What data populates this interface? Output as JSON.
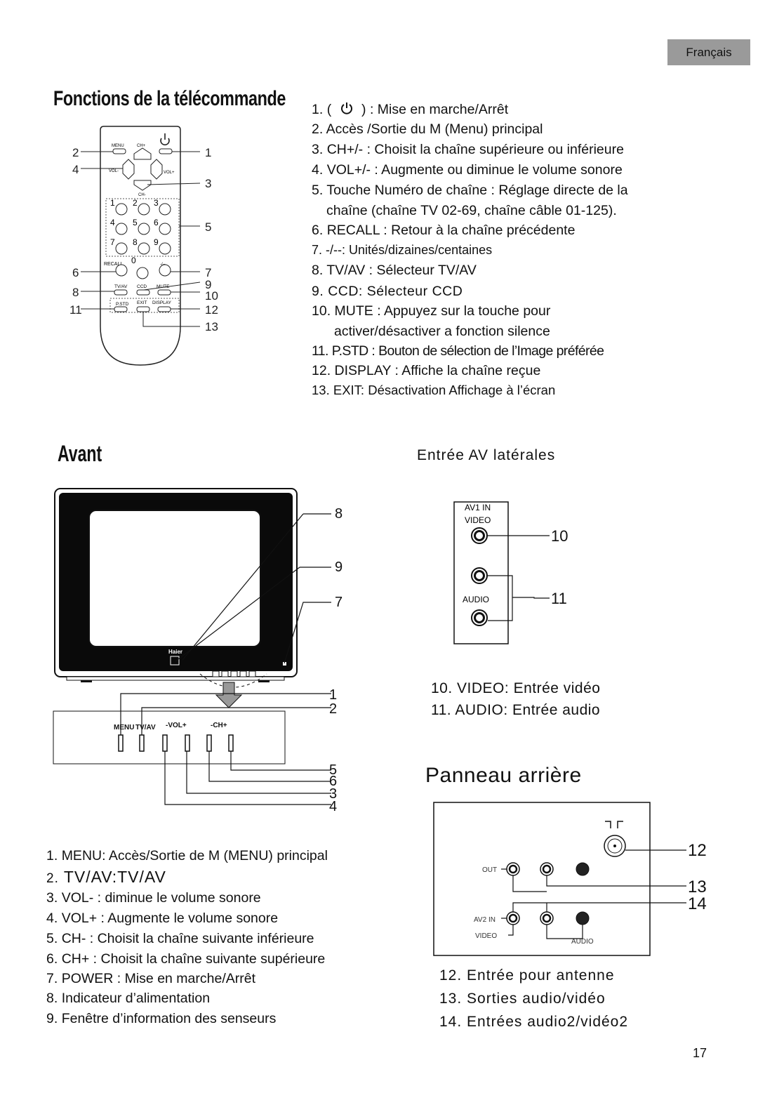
{
  "lang_badge": "Français",
  "remote": {
    "title": "Fonctions de la télécommande",
    "items": [
      {
        "num": "1.",
        "pre": "(",
        "post": ") : Mise en marche/Arrêt"
      },
      {
        "num": "2.",
        "text": "Accès /Sortie du M (Menu) principal"
      },
      {
        "num": "3.",
        "text": "CH+/- : Choisit la chaîne supérieure ou inférieure"
      },
      {
        "num": "4.",
        "text": "VOL+/- : Augmente ou diminue le volume sonore"
      },
      {
        "num": "5.",
        "text": "Touche Numéro de chaîne : Réglage directe de la"
      },
      {
        "num": "",
        "text": "chaîne (chaîne TV 02-69, chaîne câble 01-125)."
      },
      {
        "num": "6.",
        "text": "RECALL : Retour à la chaîne précédente"
      },
      {
        "num": "7.",
        "text": "-/--: Unités/dizaines/centaines"
      },
      {
        "num": "8.",
        "text": "TV/AV : Sélecteur TV/AV"
      },
      {
        "num": "9.",
        "text": "CCD: Sélecteur CCD"
      },
      {
        "num": "10.",
        "text": "MUTE : Appuyez sur la touche pour"
      },
      {
        "num": "",
        "text": "activer/désactiver a fonction silence"
      },
      {
        "num": "11.",
        "text": "P.STD : Bouton de sélection de l’Image préférée"
      },
      {
        "num": "12.",
        "text": "DISPLAY : Affiche la chaîne reçue"
      },
      {
        "num": "13.",
        "text": "EXIT: Désactivation Affichage à l’écran"
      }
    ],
    "diagram": {
      "buttons": [
        "MENU",
        "CH+",
        "VOL-",
        "VOL+",
        "CH-",
        "RECALL",
        "-/--",
        "TV/AV",
        "CCD",
        "MUTE",
        "P.STD",
        "EXIT",
        "DISPLAY"
      ],
      "digits": [
        "1",
        "2",
        "3",
        "4",
        "5",
        "6",
        "7",
        "8",
        "9",
        "0"
      ],
      "callouts": [
        "1",
        "2",
        "3",
        "4",
        "5",
        "6",
        "7",
        "8",
        "9",
        "10",
        "11",
        "12",
        "13"
      ]
    }
  },
  "front": {
    "title": "Avant",
    "brand": "Haier",
    "panel_labels": [
      "MENU",
      "TV/AV",
      "-VOL+",
      "-CH+"
    ],
    "callouts": [
      "8",
      "9",
      "7",
      "1",
      "2",
      "5",
      "6",
      "3",
      "4"
    ],
    "items": [
      {
        "num": "1.",
        "text": "MENU: Accès/Sortie de M (MENU) principal"
      },
      {
        "num": "2.",
        "text": "TV/AV:TV/AV"
      },
      {
        "num": "3.",
        "text": "VOL- : diminue le volume sonore"
      },
      {
        "num": "4.",
        "text": "VOL+ : Augmente le volume sonore"
      },
      {
        "num": "5.",
        "text": "CH- : Choisit la chaîne suivante inférieure"
      },
      {
        "num": "6.",
        "text": "CH+ : Choisit la chaîne suivante supérieure"
      },
      {
        "num": "7.",
        "text": "POWER : Mise en marche/Arrêt"
      },
      {
        "num": "8.",
        "text": "Indicateur d’alimentation"
      },
      {
        "num": "9.",
        "text": "Fenêtre d’information des senseurs"
      }
    ]
  },
  "lateral": {
    "title": "Entrée AV latérales",
    "jack_labels": [
      "AV1 IN",
      "VIDEO",
      "AUDIO"
    ],
    "callouts": [
      "10",
      "11"
    ],
    "items": [
      {
        "num": "10.",
        "text": "VIDEO: Entrée vidéo"
      },
      {
        "num": "11.",
        "text": "AUDIO: Entrée audio"
      }
    ]
  },
  "rear": {
    "title": "Panneau arrière",
    "labels": [
      "OUT",
      "AV2 IN",
      "VIDEO",
      "AUDIO"
    ],
    "callouts": [
      "12",
      "13",
      "14"
    ],
    "items": [
      {
        "num": "12.",
        "text": "Entrée pour antenne"
      },
      {
        "num": "13.",
        "text": "Sorties audio/vidéo"
      },
      {
        "num": "14.",
        "text": "Entrées audio2/vidéo2"
      }
    ]
  },
  "page_number": "17"
}
